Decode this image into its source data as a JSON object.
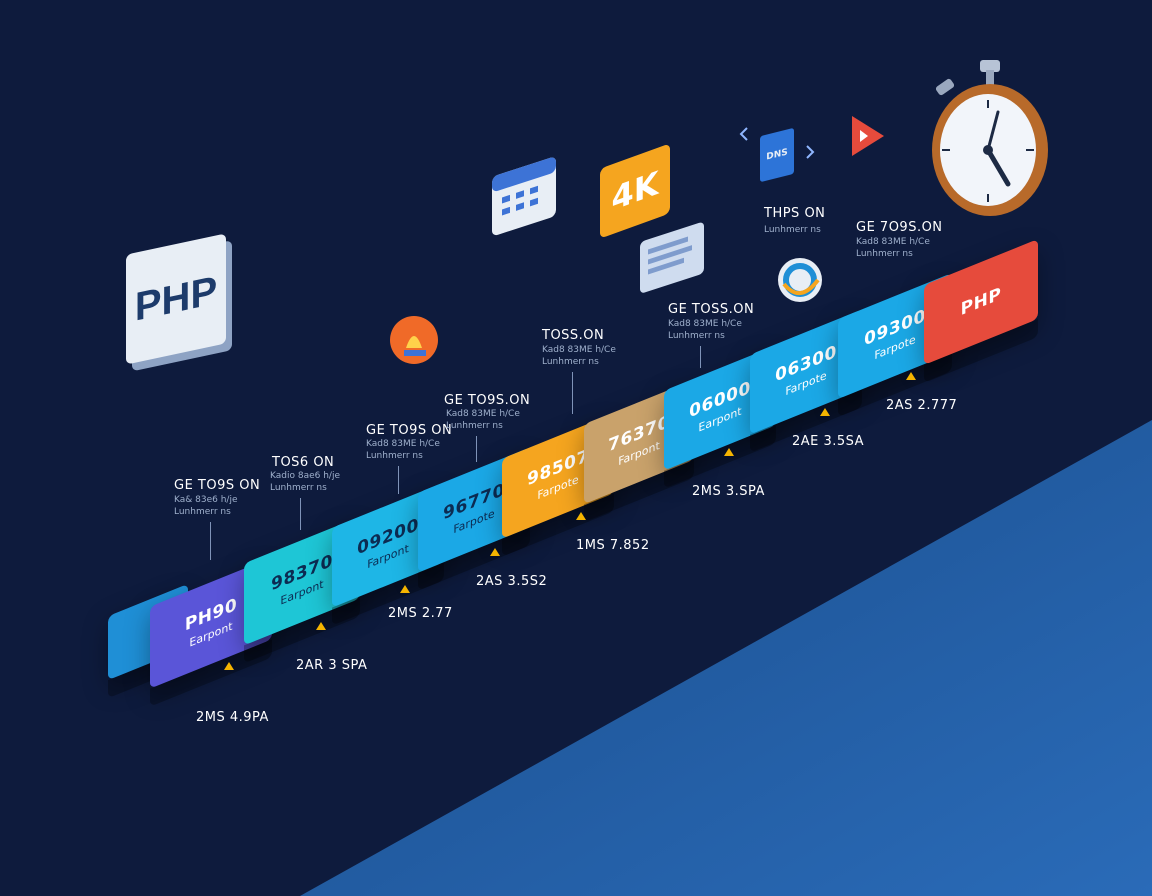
{
  "colors": {
    "background": "#0e1b3d",
    "accent_blue": "#1fa5e0",
    "teal": "#1ec6c6",
    "purple": "#5a55d8",
    "orange": "#f5a51f",
    "tan": "#c9a26b",
    "red": "#e64b3c",
    "marker": "#f5b400"
  },
  "logo": {
    "text": "PHP"
  },
  "blocks": [
    {
      "num": "",
      "sub": "",
      "color": "#1f8fd6"
    },
    {
      "num": "PH90",
      "sub": "Earpont",
      "color": "#5a55d8"
    },
    {
      "num": "98370",
      "sub": "Earpont",
      "color": "#1ec6d6"
    },
    {
      "num": "09200",
      "sub": "Farpont",
      "color": "#1eb6e6"
    },
    {
      "num": "96770",
      "sub": "Farpote",
      "color": "#1ba8e6"
    },
    {
      "num": "98507",
      "sub": "Farpote",
      "color": "#f5a51f"
    },
    {
      "num": "76370",
      "sub": "Farpont",
      "color": "#c9a26b"
    },
    {
      "num": "06000",
      "sub": "Earpont",
      "color": "#1ba8e6"
    },
    {
      "num": "06300",
      "sub": "Farpote",
      "color": "#1ba8e6"
    },
    {
      "num": "09300",
      "sub": "Farpote",
      "color": "#1ba8e6"
    },
    {
      "num": "PHP",
      "sub": "",
      "color": "#e64b3c"
    }
  ],
  "top_labels": [
    {
      "title": "GE TO9S ON",
      "lines": [
        "Ka& 83e6 h/je",
        "Lunhmerr ns"
      ]
    },
    {
      "title": "TOS6 ON",
      "lines": [
        "Kadio 8ae6 h/je",
        "Lunhmerr ns"
      ]
    },
    {
      "title": "GE TO9S ON",
      "lines": [
        "Kad8 83ME h/Ce",
        "Lunhmerr ns"
      ]
    },
    {
      "title": "GE TO9S.ON",
      "lines": [
        "Kad8 83ME h/Ce",
        "Lunhmerr ns"
      ]
    },
    {
      "title": "TOSS.ON",
      "lines": [
        "Kad8 83ME h/Ce",
        "Lunhmerr ns"
      ]
    },
    {
      "title": "GE TOSS.ON",
      "lines": [
        "Kad8 83ME h/Ce",
        "Lunhmerr ns"
      ]
    },
    {
      "title": "THPS ON",
      "lines": [
        "Lunhmerr ns"
      ]
    },
    {
      "title": "GE 7O9S.ON",
      "lines": [
        "Kad8 83ME h/Ce",
        "Lunhmerr ns"
      ]
    }
  ],
  "bottom_labels": [
    {
      "title": "2MS 4.9PA"
    },
    {
      "title": "2AR 3 SPA"
    },
    {
      "title": "2MS 2.77"
    },
    {
      "title": "2AS 3.5S2"
    },
    {
      "title": "1MS 7.852"
    },
    {
      "title": "2MS 3.SPA"
    },
    {
      "title": "2AE 3.5SA"
    },
    {
      "title": "2AS 2.777"
    }
  ],
  "icons": {
    "badge_4k": "4K",
    "dns_card": "DNS"
  }
}
